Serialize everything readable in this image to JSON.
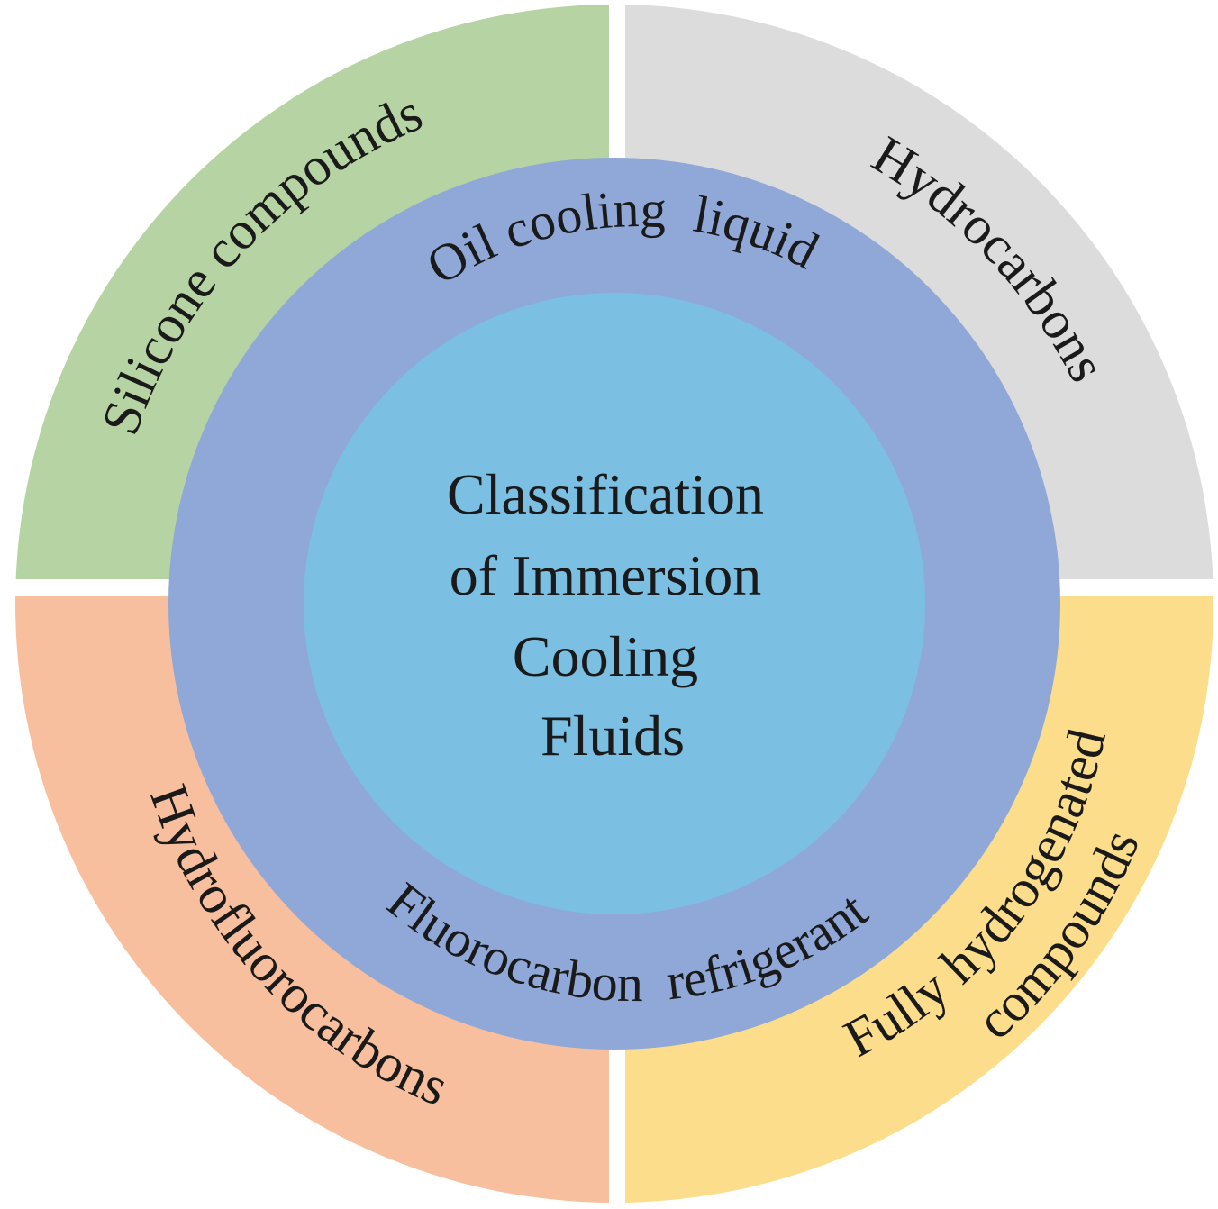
{
  "center": {
    "lines": [
      "Classification",
      "of Immersion",
      "Cooling",
      "Fluids"
    ],
    "color": "#7bbfe3"
  },
  "middle_ring": {
    "color": "#8fa8d8",
    "top_label": "Oil cooling  liquid",
    "bottom_label": "Fluorocarbon  refrigerant"
  },
  "outer_ring": {
    "segments": [
      {
        "label": "Silicone compounds",
        "color": "#b6d3a3"
      },
      {
        "label": "Hydrocarbons",
        "color": "#dcdcdc"
      },
      {
        "label": "Hydrofluorocarbons",
        "color": "#f8bf9e"
      },
      {
        "label_line1": "Fully hydrogenated",
        "label_line2": "compounds",
        "color": "#fbdd8c"
      }
    ]
  }
}
